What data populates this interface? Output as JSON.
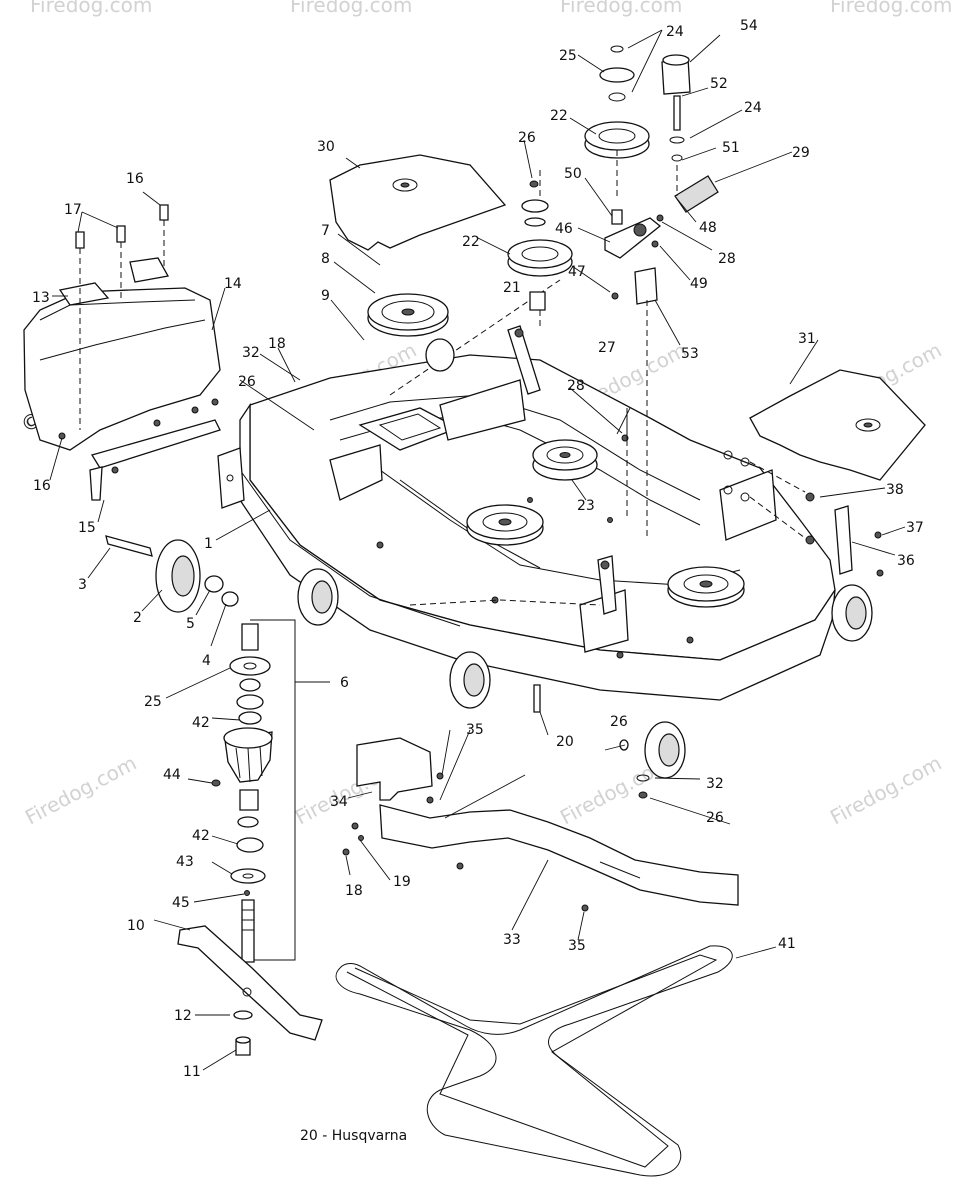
{
  "caption": "20 - Husqvarna",
  "watermark": {
    "brand": "Firedog.com",
    "symbol": "©"
  },
  "part_labels": [
    "1",
    "2",
    "3",
    "4",
    "5",
    "6",
    "7",
    "8",
    "9",
    "10",
    "11",
    "12",
    "13",
    "14",
    "15",
    "16",
    "16",
    "17",
    "18",
    "18",
    "19",
    "20",
    "21",
    "22",
    "22",
    "23",
    "24",
    "24",
    "25",
    "25",
    "26",
    "26",
    "26",
    "26",
    "27",
    "28",
    "28",
    "29",
    "30",
    "31",
    "32",
    "32",
    "33",
    "34",
    "35",
    "35",
    "36",
    "37",
    "38",
    "41",
    "42",
    "42",
    "43",
    "44",
    "45",
    "46",
    "47",
    "48",
    "49",
    "50",
    "51",
    "52",
    "53",
    "54"
  ],
  "colors": {
    "line": "#111111",
    "watermark": "#d2d2d2",
    "background": "#ffffff"
  }
}
